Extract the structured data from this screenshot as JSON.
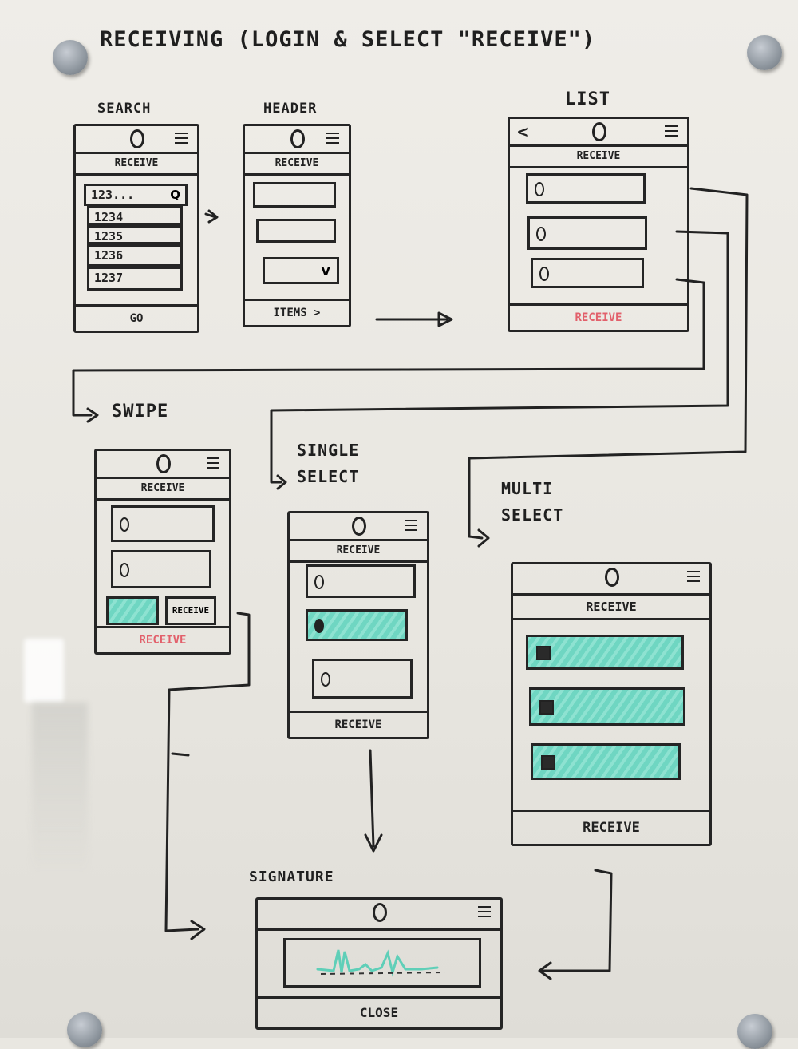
{
  "title": "RECEIVING (LOGIN & SELECT \"RECEIVE\")",
  "labels": {
    "search": "SEARCH",
    "header": "HEADER",
    "list": "LIST",
    "swipe": "SWIPE",
    "single_select": [
      "SINGLE",
      "SELECT"
    ],
    "multi_select": [
      "MULTI",
      "SELECT"
    ],
    "signature": "SIGNATURE"
  },
  "screens": {
    "search": {
      "subheader": "RECEIVE",
      "rows": [
        "123...",
        "1234",
        "1235",
        "1236",
        "1237"
      ],
      "search_icon": "Q",
      "footer": "GO"
    },
    "header": {
      "subheader": "RECEIVE",
      "dropdown_mark": "V",
      "footer": "ITEMS >"
    },
    "list": {
      "back": "<",
      "subheader": "RECEIVE",
      "footer": "RECEIVE"
    },
    "swipe": {
      "subheader": "RECEIVE",
      "action": "RECEIVE",
      "footer": "RECEIVE"
    },
    "single_select": {
      "subheader": "RECEIVE",
      "footer": "RECEIVE"
    },
    "multi_select": {
      "subheader": "RECEIVE",
      "footer": "RECEIVE"
    },
    "signature": {
      "footer": "CLOSE"
    }
  },
  "colors": {
    "ink": "#252525",
    "highlight": "#6fd6c2",
    "red_text": "#e2606b"
  }
}
